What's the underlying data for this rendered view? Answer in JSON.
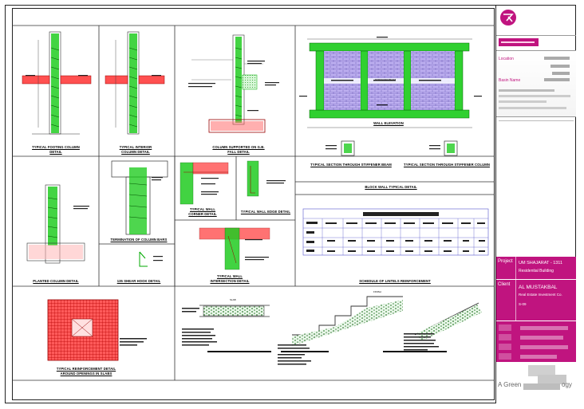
{
  "sheet": {
    "panels": {
      "footing_column": "TYPICAL FOOTING COLUMN DETAIL",
      "interior_column": "TYPICAL INTERIOR COLUMN DETAIL",
      "column_support": "COLUMN SUPPORTED ON G.B. FALL DETAIL",
      "wall_elevation": "WALL ELEVATION",
      "stiffener_beam": "TYPICAL SECTION THROUGH STIFFENER BEAM",
      "stiffener_column": "TYPICAL SECTION THROUGH STIFFENER COLUMN",
      "block_wall": "BLOCK WALL TYPICAL DETAIL",
      "planted_column": "PLANTED COLUMN DETAIL",
      "column_ends": "TERMINATION OF COLUMN BARS",
      "shear_hook": "135 SHEAR HOOK DETAIL",
      "corner": "TYPICAL WALL CORNER DETAIL",
      "wall_edge": "TYPICAL WALL EDGE DETAIL",
      "intersection": "TYPICAL WALL INTERSECTION DETAIL",
      "lintels": "SCHEDULE OF LINTELS REINFORCEMENT",
      "openings_line1": "TYPICAL REINFORCEMENT DETAIL",
      "openings_line2": "AROUND OPENINGS IN SLABS"
    },
    "wall_bay_label": "STIFFENER BEAM",
    "slab_label": "SLAB",
    "finish_label": "FINISH"
  },
  "title_block": {
    "location_label": "Location",
    "basin_label": "Basin Name",
    "project_label": "Project",
    "project_name": "UM SHAJARAT - 1311",
    "project_type": "Residential Building",
    "client_label": "Client",
    "client_name": "AL MUSTAKBAL",
    "client_sub": "Real Estate Investment Co.",
    "client_code": "S-09",
    "footer_brand": "A Green",
    "footer_brand_end": "ogy"
  },
  "colors": {
    "magenta": "#c0147f",
    "rebar_green": "#00c800",
    "brick_purple": "#b8a9f0",
    "grid_red": "#ff2020"
  }
}
